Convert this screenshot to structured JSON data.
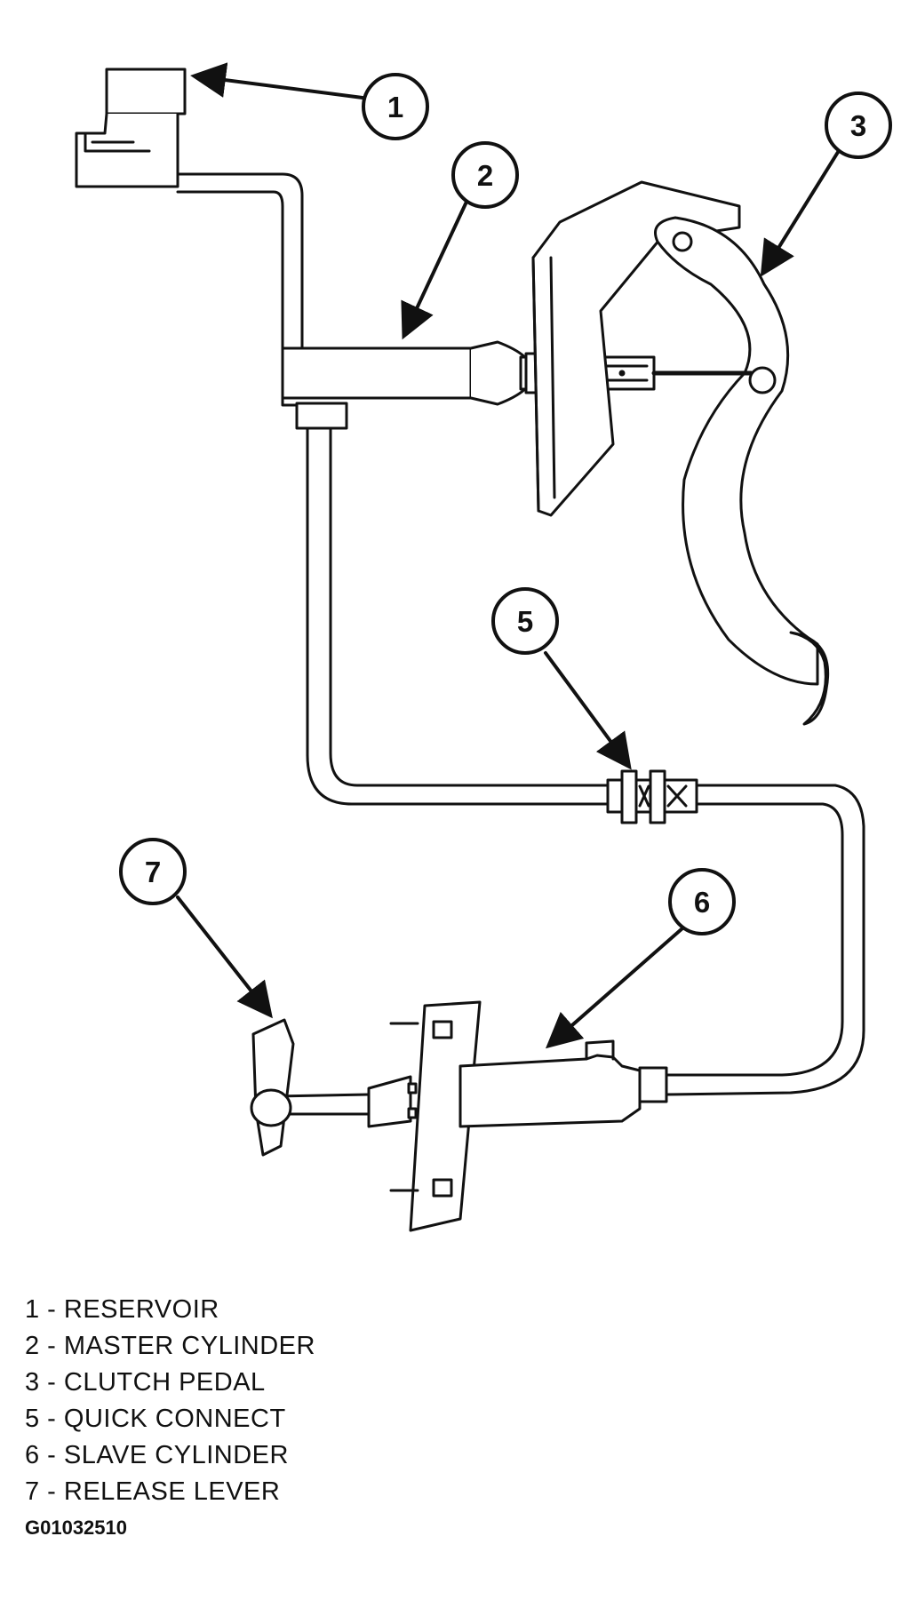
{
  "callouts": [
    {
      "num": "1",
      "label": "RESERVOIR"
    },
    {
      "num": "2",
      "label": "MASTER CYLINDER"
    },
    {
      "num": "3",
      "label": "CLUTCH PEDAL"
    },
    {
      "num": "5",
      "label": "QUICK CONNECT"
    },
    {
      "num": "6",
      "label": "SLAVE CYLINDER"
    },
    {
      "num": "7",
      "label": "RELEASE LEVER"
    }
  ],
  "legend": [
    "1 - RESERVOIR",
    "2 - MASTER CYLINDER",
    "3 - CLUTCH PEDAL",
    "5 - QUICK CONNECT",
    "6 - SLAVE CYLINDER",
    "7 - RELEASE LEVER"
  ],
  "figure_id": "G01032510"
}
